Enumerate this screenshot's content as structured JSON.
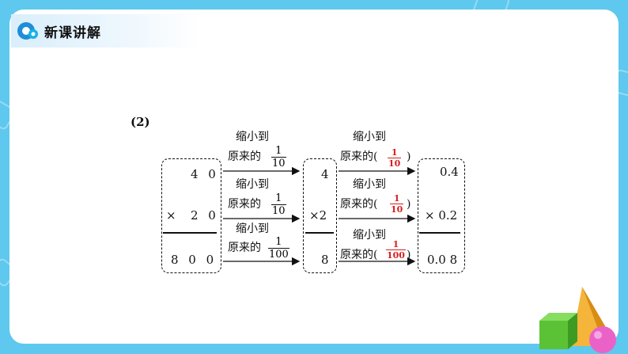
{
  "header": {
    "title": "新课讲解",
    "logo_icon": "double-circle-logo-icon"
  },
  "problem": {
    "label": "(2)",
    "calc1": {
      "top": "4 0",
      "mult": "×",
      "multiplier": "2 0",
      "result": "8 0 0"
    },
    "calc2": {
      "top": "4",
      "multiplier": "×2",
      "result": "8"
    },
    "calc3": {
      "top": "0.4",
      "multiplier": "× 0.2",
      "result": "0.0 8"
    },
    "left_arrows": [
      {
        "line1": "缩小到",
        "line2": "原来的",
        "num": "1",
        "den": "10"
      },
      {
        "line1": "缩小到",
        "line2": "原来的",
        "num": "1",
        "den": "10"
      },
      {
        "line1": "缩小到",
        "line2": "原来的",
        "num": "1",
        "den": "100"
      }
    ],
    "right_arrows": [
      {
        "line1": "缩小到",
        "line2": "原来的(",
        "num": "1",
        "den": "10",
        "close": ")"
      },
      {
        "line1": "缩小到",
        "line2": "原来的(",
        "num": "1",
        "den": "10",
        "close": ")"
      },
      {
        "line1": "缩小到",
        "line2": "原来的(",
        "num": "1",
        "den": "100",
        "close": ")"
      }
    ]
  },
  "colors": {
    "frame": "#5fc8ee",
    "answer": "#d62020",
    "cube": "#5bc236",
    "pyramid": "#f2a623",
    "sphere": "#e85fc6"
  }
}
